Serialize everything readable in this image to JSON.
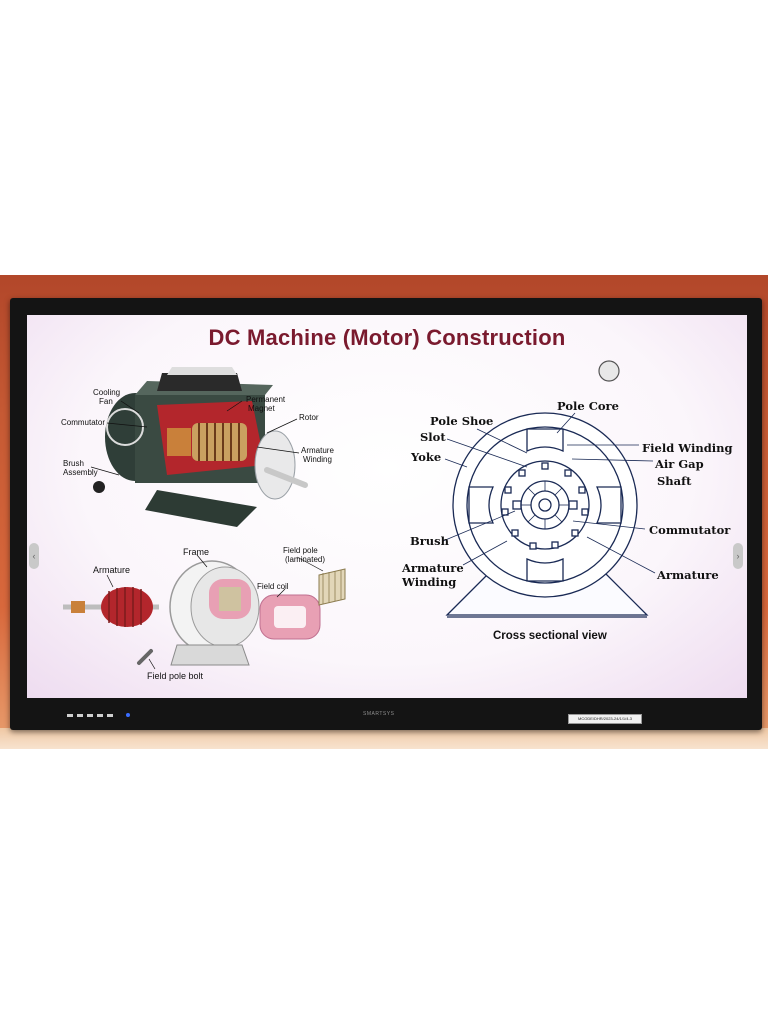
{
  "slide": {
    "title": "DC Machine (Motor) Construction"
  },
  "motor_cutaway": {
    "labels": {
      "cooling_fan": [
        "Cooling",
        "Fan"
      ],
      "commutator": "Commutator",
      "brush_assembly": [
        "Brush",
        "Assembly"
      ],
      "permanent_magnet": [
        "Permanent",
        "Magnet"
      ],
      "rotor": "Rotor",
      "armature_winding": [
        "Armature",
        "Winding"
      ]
    }
  },
  "exploded_view": {
    "labels": {
      "armature": "Armature",
      "frame": "Frame",
      "field_pole": [
        "Field pole",
        "(laminated)"
      ],
      "field_coil": "Field coil",
      "field_pole_bolt": "Field pole bolt"
    }
  },
  "cross_section": {
    "labels": {
      "pole_core": "Pole Core",
      "pole_shoe": "Pole Shoe",
      "slot": "Slot",
      "yoke": "Yoke",
      "field_winding": "Field Winding",
      "air_gap": "Air Gap",
      "shaft": "Shaft",
      "commutator": "Commutator",
      "brush": "Brush",
      "armature_winding": [
        "Armature",
        "Winding"
      ],
      "armature": "Armature"
    },
    "caption": "Cross sectional view"
  },
  "monitor": {
    "brand": "SMARTSYS",
    "sticker": "MCODE/DHR/2023-24/1/1/4-3"
  },
  "colors": {
    "title": "#7a1a2e",
    "wall": "#c65a34",
    "bezel": "#141414",
    "coil_pink": "#e8a0b4",
    "armature_red": "#b3262c"
  }
}
